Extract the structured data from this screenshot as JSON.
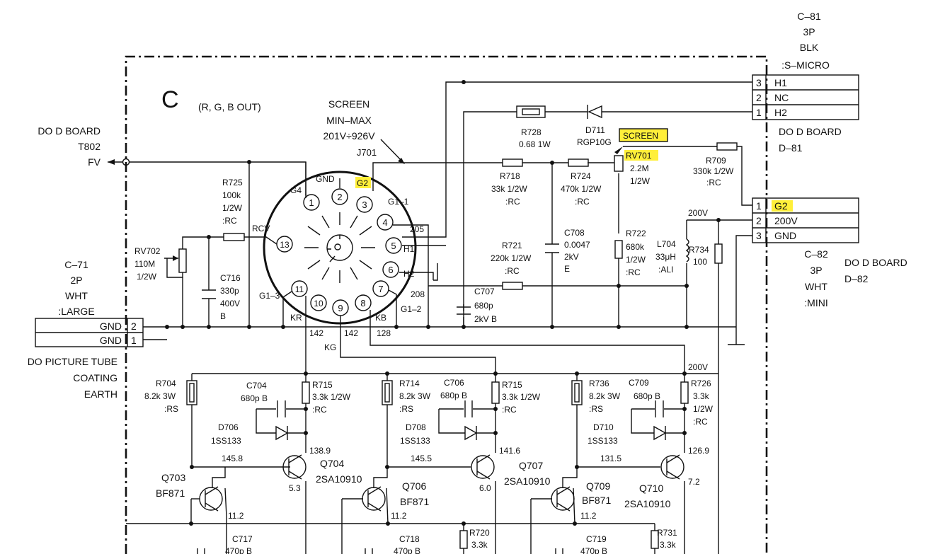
{
  "board": {
    "letter": "C",
    "subtitle": "(R, G, B OUT)"
  },
  "screen_note": {
    "l1": "SCREEN",
    "l2": "MIN–MAX",
    "l3": "201V÷926V"
  },
  "socket": {
    "ref": "J701",
    "pins": [
      "1",
      "2",
      "3",
      "4",
      "5",
      "6",
      "7",
      "8",
      "9",
      "10",
      "11",
      "13"
    ],
    "labels": {
      "gnd": "GND",
      "g2": "G2",
      "g4": "G4",
      "g1_1": "G1–1",
      "h1": "H1",
      "h2": "H2",
      "g1_2": "G1–2",
      "g1_3": "G1–3",
      "kr": "KR",
      "kg": "KG",
      "kb": "KB",
      "rcv": "RCV"
    },
    "nodes": {
      "n205": "205",
      "n208": "208",
      "n142a": "142",
      "n142b": "142",
      "n128": "128"
    }
  },
  "left_conn": {
    "l1": "DO D BOARD",
    "l2": "T802",
    "l3": "FV"
  },
  "c71": {
    "l1": "C–71",
    "l2": "2P",
    "l3": "WHT",
    "l4": ":LARGE",
    "rows": [
      {
        "label": "GND",
        "num": "2"
      },
      {
        "label": "GND",
        "num": "1"
      }
    ],
    "dest1": "DO PICTURE TUBE",
    "dest2": "COATING",
    "dest3": "EARTH"
  },
  "c81": {
    "l1": "C–81",
    "l2": "3P",
    "l3": "BLK",
    "l4": ":S–MICRO",
    "rows": [
      {
        "num": "3",
        "label": "H1"
      },
      {
        "num": "2",
        "label": "NC"
      },
      {
        "num": "1",
        "label": "H2"
      }
    ],
    "dest1": "DO D BOARD",
    "dest2": "D–81"
  },
  "c82": {
    "l1": "C–82",
    "l2": "3P",
    "l3": "WHT",
    "l4": ":MINI",
    "rows": [
      {
        "num": "1",
        "label": "G2"
      },
      {
        "num": "2",
        "label": "200V"
      },
      {
        "num": "3",
        "label": "GND"
      }
    ],
    "dest1": "DO D BOARD",
    "dest2": "D–82"
  },
  "parts": {
    "r725": {
      "ref": "R725",
      "v1": "100k",
      "v2": "1/2W",
      "v3": ":RC"
    },
    "rv702": {
      "ref": "RV702",
      "v1": "110M",
      "v2": "1/2W"
    },
    "c716": {
      "ref": "C716",
      "v1": "330p",
      "v2": "400V",
      "v3": "B"
    },
    "r728": {
      "ref": "R728",
      "v1": "0.68 1W"
    },
    "d711": {
      "ref": "D711",
      "v1": "RGP10G"
    },
    "screen_tag": "SCREEN",
    "rv701": {
      "ref": "RV701",
      "v1": "2.2M",
      "v2": "1/2W"
    },
    "r709": {
      "ref": "R709",
      "v1": "330k 1/2W",
      "v2": ":RC"
    },
    "r718": {
      "ref": "R718",
      "v1": "33k 1/2W",
      "v2": ":RC"
    },
    "r724": {
      "ref": "R724",
      "v1": "470k 1/2W",
      "v2": ":RC"
    },
    "r721": {
      "ref": "R721",
      "v1": "220k 1/2W",
      "v2": ":RC"
    },
    "c708": {
      "ref": "C708",
      "v1": "0.0047",
      "v2": "2kV",
      "v3": "E"
    },
    "r722": {
      "ref": "R722",
      "v1": "680k",
      "v2": "1/2W",
      "v3": ":RC"
    },
    "l704": {
      "ref": "L704",
      "v1": "33μH",
      "v2": ":ALI"
    },
    "r734": {
      "ref": "R734",
      "v1": "100"
    },
    "c707": {
      "ref": "C707",
      "v1": "680p",
      "v2": "2kV B"
    },
    "v200a": "200V",
    "v200b": "200V",
    "r704": {
      "ref": "R704",
      "v1": "8.2k 3W",
      "v2": ":RS"
    },
    "c704": {
      "ref": "C704",
      "v1": "680p B"
    },
    "r715a": {
      "ref": "R715",
      "v1": "3.3k 1/2W",
      "v2": ":RC"
    },
    "d706": {
      "ref": "D706",
      "v1": "1SS133"
    },
    "q704": {
      "ref": "Q704",
      "v1": "2SA10910"
    },
    "q703": {
      "ref": "Q703",
      "v1": "BF871"
    },
    "r714": {
      "ref": "R714",
      "v1": "8.2k 3W",
      "v2": ":RS"
    },
    "c706": {
      "ref": "C706",
      "v1": "680p B"
    },
    "r715b": {
      "ref": "R715",
      "v1": "3.3k 1/2W",
      "v2": ":RC"
    },
    "d708": {
      "ref": "D708",
      "v1": "1SS133"
    },
    "q707": {
      "ref": "Q707",
      "v1": "2SA10910"
    },
    "q706": {
      "ref": "Q706",
      "v1": "BF871"
    },
    "r736": {
      "ref": "R736",
      "v1": "8.2k 3W",
      "v2": ":RS"
    },
    "c709": {
      "ref": "C709",
      "v1": "680p B"
    },
    "r726": {
      "ref": "R726",
      "v1": "3.3k",
      "v2": "1/2W",
      "v3": ":RC"
    },
    "d710": {
      "ref": "D710",
      "v1": "1SS133"
    },
    "q710": {
      "ref": "Q710",
      "v1": "2SA10910"
    },
    "q709": {
      "ref": "Q709",
      "v1": "BF871"
    },
    "c717": {
      "ref": "C717",
      "v1": "470p B"
    },
    "c718": {
      "ref": "C718",
      "v1": "470p B"
    },
    "c719": {
      "ref": "C719",
      "v1": "470p B"
    },
    "r720": {
      "ref": "R720",
      "v1": "3.3k"
    },
    "r731": {
      "ref": "R731",
      "v1": "3.3k"
    }
  },
  "voltages": {
    "v1458": "145.8",
    "v1389": "138.9",
    "v53": "5.3",
    "v112a": "11.2",
    "v1455": "145.5",
    "v1416": "141.6",
    "v60": "6.0",
    "v112b": "11.2",
    "v1315": "131.5",
    "v1269": "126.9",
    "v72": "7.2",
    "v112c": "11.2"
  }
}
